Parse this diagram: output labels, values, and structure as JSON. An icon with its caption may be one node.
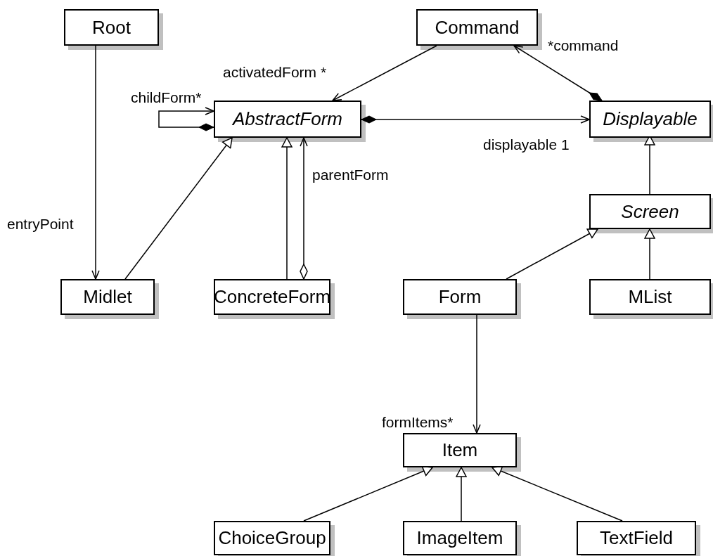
{
  "diagram": {
    "nodes": [
      {
        "text": [
          "Root"
        ]
      },
      {
        "text": [
          "Command"
        ]
      },
      {
        "text": [
          "AbstractForm"
        ]
      },
      {
        "text": [
          "Displayable"
        ]
      },
      {
        "text": [
          "Screen"
        ]
      },
      {
        "text": [
          "Midlet"
        ]
      },
      {
        "text": [
          "ConcreteForm"
        ]
      },
      {
        "text": [
          "Form"
        ]
      },
      {
        "text": [
          "MList"
        ]
      },
      {
        "text": [
          "Item"
        ]
      },
      {
        "text": [
          "ChoiceGroup"
        ]
      },
      {
        "text": [
          "ImageItem"
        ]
      },
      {
        "text": [
          "TextField"
        ]
      }
    ],
    "edges": [
      {
        "from": 0,
        "to": 5,
        "arrow": "to",
        "label": "entryPoint"
      },
      {
        "from": 1,
        "to": 2,
        "arrow": "to",
        "label": "activatedForm *"
      },
      {
        "from": 2,
        "to": 2,
        "arrow": "to",
        "label": "childForm*"
      },
      {
        "from": 2,
        "to": 3,
        "arrow": "to",
        "label": "displayable 1"
      },
      {
        "from": 3,
        "to": 1,
        "arrow": "to",
        "label": "*command"
      },
      {
        "from": 5,
        "to": 2,
        "arrow": "to"
      },
      {
        "from": 6,
        "to": 2,
        "arrow": "to"
      },
      {
        "from": 6,
        "to": 2,
        "arrow": "to",
        "label": "parentForm"
      },
      {
        "from": 4,
        "to": 3,
        "arrow": "to"
      },
      {
        "from": 7,
        "to": 4,
        "arrow": "to"
      },
      {
        "from": 8,
        "to": 4,
        "arrow": "to"
      },
      {
        "from": 7,
        "to": 9,
        "arrow": "to",
        "label": "formItems*"
      },
      {
        "from": 10,
        "to": 9,
        "arrow": "to"
      },
      {
        "from": 11,
        "to": 9,
        "arrow": "to"
      },
      {
        "from": 12,
        "to": 9,
        "arrow": "to"
      }
    ]
  }
}
